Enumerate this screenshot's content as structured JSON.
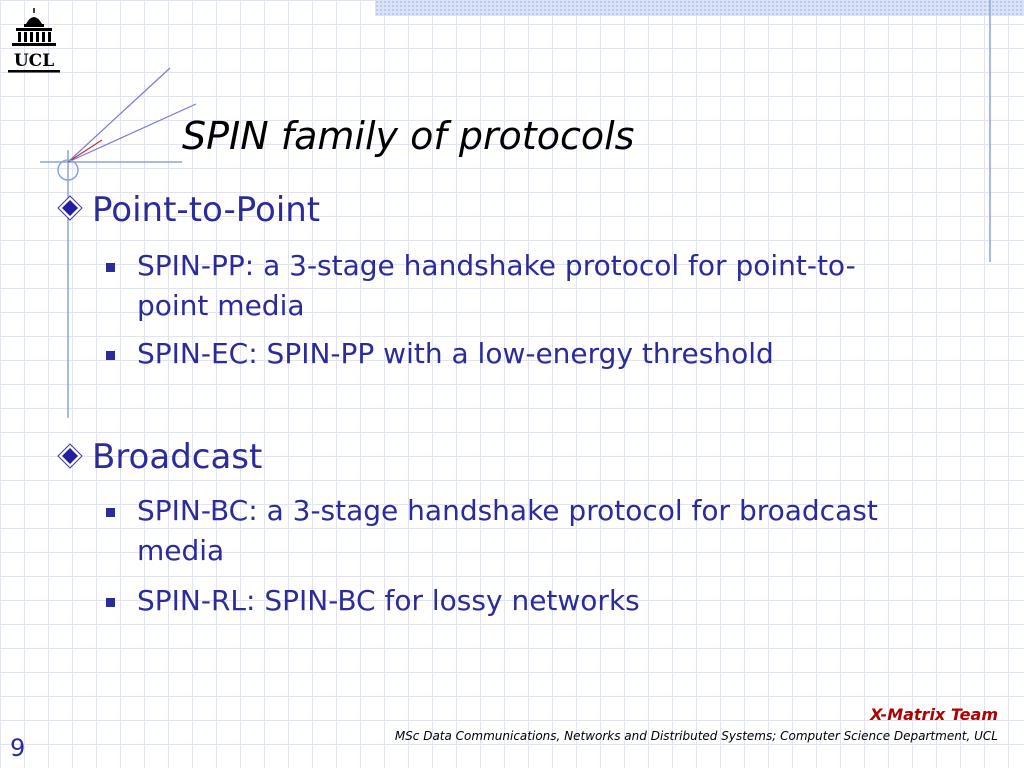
{
  "header": {
    "logo_text": "UCL"
  },
  "slide": {
    "title": "SPIN family of protocols",
    "sections": [
      {
        "heading": "Point-to-Point",
        "items": [
          {
            "line1": "SPIN-PP: a 3-stage handshake protocol for point-to-",
            "line2": "point media"
          },
          {
            "line1": "SPIN-EC: SPIN-PP with a low-energy threshold"
          }
        ]
      },
      {
        "heading": "Broadcast",
        "items": [
          {
            "line1": "SPIN-BC: a 3-stage handshake protocol for broadcast",
            "line2": "media"
          },
          {
            "line1": "SPIN-RL: SPIN-BC for lossy networks"
          }
        ]
      }
    ]
  },
  "footer": {
    "team": "X-Matrix Team",
    "department": "MSc Data Communications, Networks and Distributed Systems; Computer Science Department, UCL",
    "page_number": "9"
  },
  "colors": {
    "accent": "#2b2b9a",
    "title": "#000000",
    "team": "#b00000",
    "grid": "#dfe3f2"
  }
}
